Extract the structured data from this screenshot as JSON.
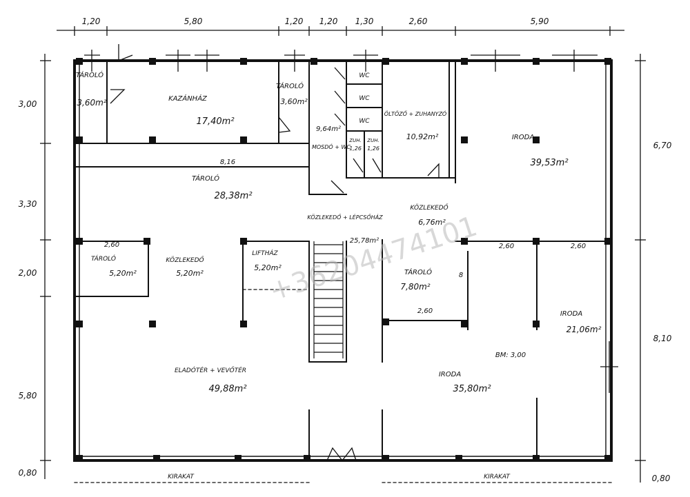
{
  "dimensions": {
    "top": [
      "1,20",
      "5,80",
      "1,20",
      "1,20",
      "1,30",
      "2,60",
      "5,90"
    ],
    "left": [
      "3,00",
      "3,30",
      "2,00",
      "5,80",
      "0,80"
    ],
    "right": [
      "6,70",
      "8,10",
      "0,80"
    ]
  },
  "inner_dimensions": {
    "d_816": "8,16",
    "d_260_a": "2,60",
    "d_260_b": "2,60",
    "d_260_c": "2,60",
    "d_260_d": "2,60",
    "d_8": "8"
  },
  "rooms": {
    "taroló_1": {
      "name": "TÁROLÓ",
      "area": "3,60m²"
    },
    "kazanhaz": {
      "name": "KAZÁNHÁZ",
      "area": "17,40m²"
    },
    "taroló_2": {
      "name": "TÁROLÓ",
      "area": "3,60m²"
    },
    "wc": [
      "WC",
      "WC",
      "WC"
    ],
    "moso": {
      "name": "MOSDÓ + WC",
      "area": "9,64m²"
    },
    "zuhany_1": {
      "name": "ZUH.",
      "area": "1,26"
    },
    "zuhany_2": {
      "name": "ZUH.",
      "area": "1,26"
    },
    "ozlozo": {
      "name": "ÖLTÖZŐ + ZUHANYZÓ",
      "area": "10,92m²"
    },
    "iroda_1": {
      "name": "IRODA",
      "area": "39,53m²"
    },
    "taroló_main": {
      "name": "TÁROLÓ",
      "area": "28,38m²"
    },
    "kozlekedo_lepcsohaz": {
      "name": "KÖZLEKEDŐ + LÉPCSŐHÁZ",
      "area": "25,78m²"
    },
    "kozlekedo_right": {
      "name": "KÖZLEKEDŐ",
      "area": "6,76m²"
    },
    "taroló_small": {
      "name": "TÁROLÓ",
      "area": "5,20m²"
    },
    "kozlekedo_left": {
      "name": "KÖZLEKEDŐ",
      "area": "5,20m²"
    },
    "lifthaz": {
      "name": "LIFTHÁZ",
      "area": "5,20m²"
    },
    "taroló_center": {
      "name": "TÁROLÓ",
      "area": "7,80m²"
    },
    "iroda_2": {
      "name": "IRODA",
      "area": "21,06m²"
    },
    "elado": {
      "name": "ELADÓTÉR + VEVŐTÉR",
      "area": "49,88m²"
    },
    "iroda_3": {
      "name": "IRODA",
      "area": "35,80m²"
    }
  },
  "notes": {
    "height": "BM: 3,00",
    "kirakat_left": "KIRAKAT",
    "kirakat_right": "KIRAKAT"
  },
  "watermark": "+36204474101",
  "colors": {
    "ink": "#111111",
    "watermark": "#b9b9b9"
  }
}
